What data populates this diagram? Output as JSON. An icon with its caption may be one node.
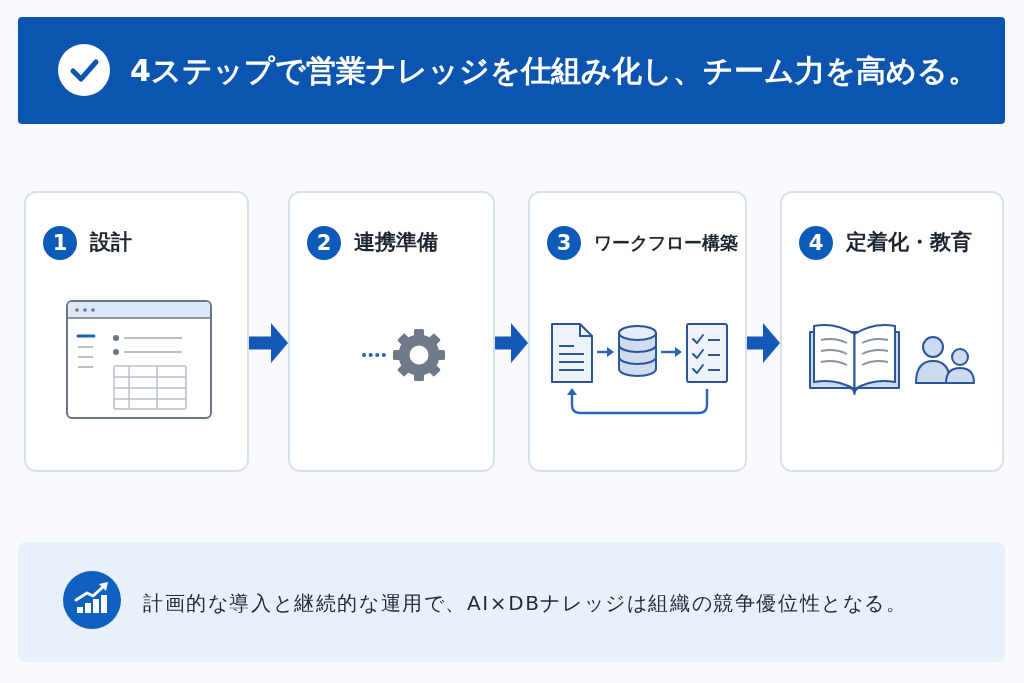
{
  "diagram": {
    "title": "4ステップで営業ナレッジを仕組み化し、チーム力を高める。",
    "nodes": [
      {
        "text": [
          "1",
          "設計"
        ]
      },
      {
        "text": [
          "2",
          "連携準備"
        ]
      },
      {
        "text": [],
        "shape": "gear",
        "in": 1
      },
      {
        "text": [
          "3",
          "ワークフロー構築"
        ]
      },
      {
        "text": [],
        "shape": "document",
        "in": 3
      },
      {
        "text": [],
        "shape": "cylinder",
        "in": 3
      },
      {
        "text": [],
        "shape": "checklist",
        "in": 3
      },
      {
        "text": [
          "4",
          "定着化・教育"
        ]
      },
      {
        "text": [
          "計画的な導入と継続的な運用で、AI×DBナレッジは組織の競争優位性となる。"
        ]
      }
    ],
    "edges": [
      {
        "from": 0,
        "to": 1,
        "arrow": "to",
        "style": "thick"
      },
      {
        "from": 1,
        "to": 3,
        "arrow": "to",
        "style": "thick"
      },
      {
        "from": 3,
        "to": 7,
        "arrow": "to",
        "style": "thick"
      },
      {
        "from": null,
        "to": 2,
        "arrow": "none",
        "style": "dashed"
      },
      {
        "from": 4,
        "to": 5,
        "arrow": "to"
      },
      {
        "from": 5,
        "to": 6,
        "arrow": "to"
      },
      {
        "from": 6,
        "to": 4,
        "arrow": "to"
      }
    ]
  }
}
